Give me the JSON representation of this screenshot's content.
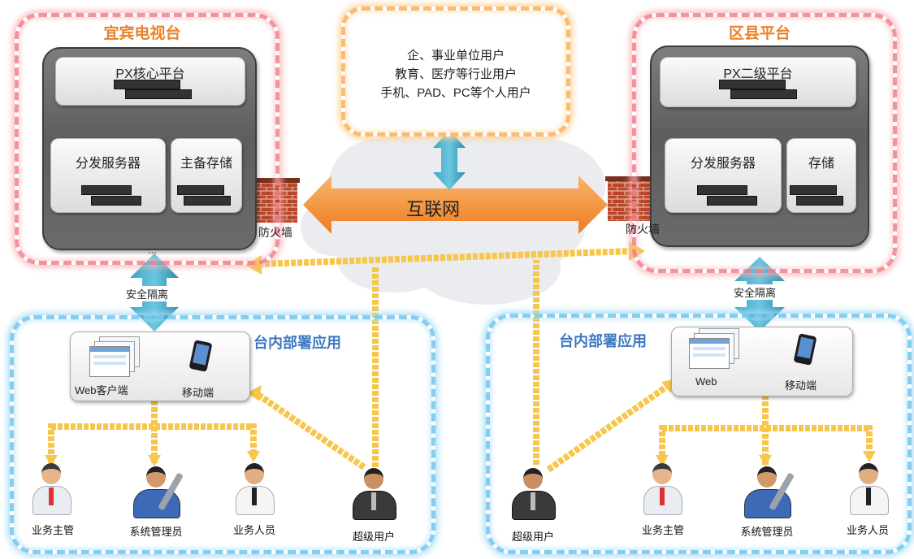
{
  "left_station": {
    "title": "宜宾电视台",
    "core_platform": "PX核心平台",
    "dist_server": "分发服务器",
    "storage": "主备存储",
    "ellipsis": "..."
  },
  "right_station": {
    "title": "区县平台",
    "core_platform": "PX二级平台",
    "dist_server": "分发服务器",
    "storage": "存储"
  },
  "users_box": {
    "line1": "企、事业单位用户",
    "line2": "教育、医疗等行业用户",
    "line3": "手机、PAD、PC等个人用户"
  },
  "internet": "互联网",
  "firewall_left": "防火墙",
  "firewall_right": "防火墙",
  "isolation_left": "安全隔离",
  "isolation_right": "安全隔离",
  "left_deploy": {
    "title": "台内部署应用",
    "web": "Web客户端",
    "mobile": "移动端",
    "people": [
      "业务主管",
      "系统管理员",
      "业务人员",
      "超级用户"
    ]
  },
  "right_deploy": {
    "title": "台内部署应用",
    "web": "Web",
    "mobile": "移动端",
    "people": [
      "超级用户",
      "业务主管",
      "系统管理员",
      "业务人员"
    ]
  }
}
